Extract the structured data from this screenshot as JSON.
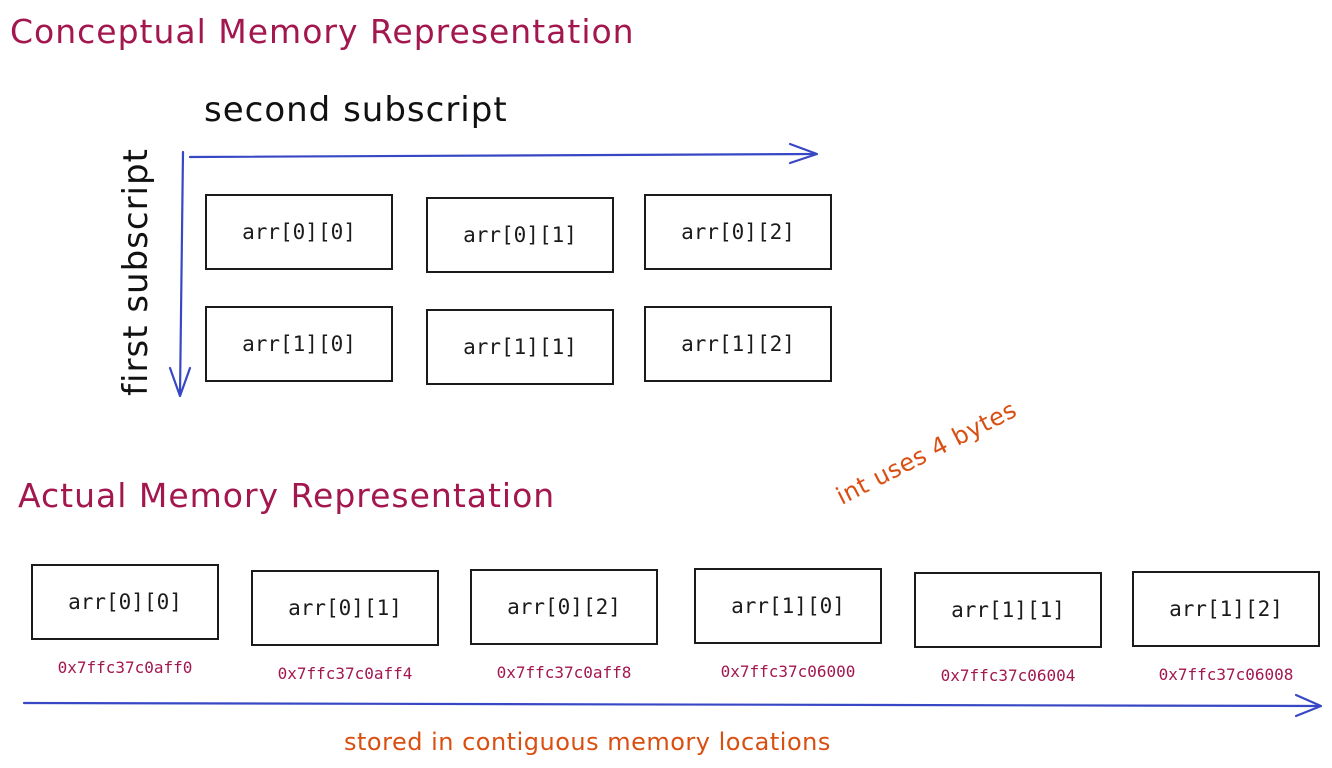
{
  "colors": {
    "heading": "#a3174f",
    "arrow": "#3848c4",
    "address": "#a3174f",
    "note": "#d94f12",
    "box_border": "#1b1b1b"
  },
  "conceptual": {
    "title": "Conceptual Memory Representation",
    "column_axis_label": "second subscript",
    "row_axis_label": "first subscript",
    "rows": [
      [
        "arr[0][0]",
        "arr[0][1]",
        "arr[0][2]"
      ],
      [
        "arr[1][0]",
        "arr[1][1]",
        "arr[1][2]"
      ]
    ]
  },
  "actual": {
    "title": "Actual Memory Representation",
    "size_note": "int uses 4 bytes",
    "cells": [
      {
        "label": "arr[0][0]",
        "address": "0x7ffc37c0aff0"
      },
      {
        "label": "arr[0][1]",
        "address": "0x7ffc37c0aff4"
      },
      {
        "label": "arr[0][2]",
        "address": "0x7ffc37c0aff8"
      },
      {
        "label": "arr[1][0]",
        "address": "0x7ffc37c06000"
      },
      {
        "label": "arr[1][1]",
        "address": "0x7ffc37c06004"
      },
      {
        "label": "arr[1][2]",
        "address": "0x7ffc37c06008"
      }
    ],
    "caption": "stored in contiguous memory locations"
  }
}
